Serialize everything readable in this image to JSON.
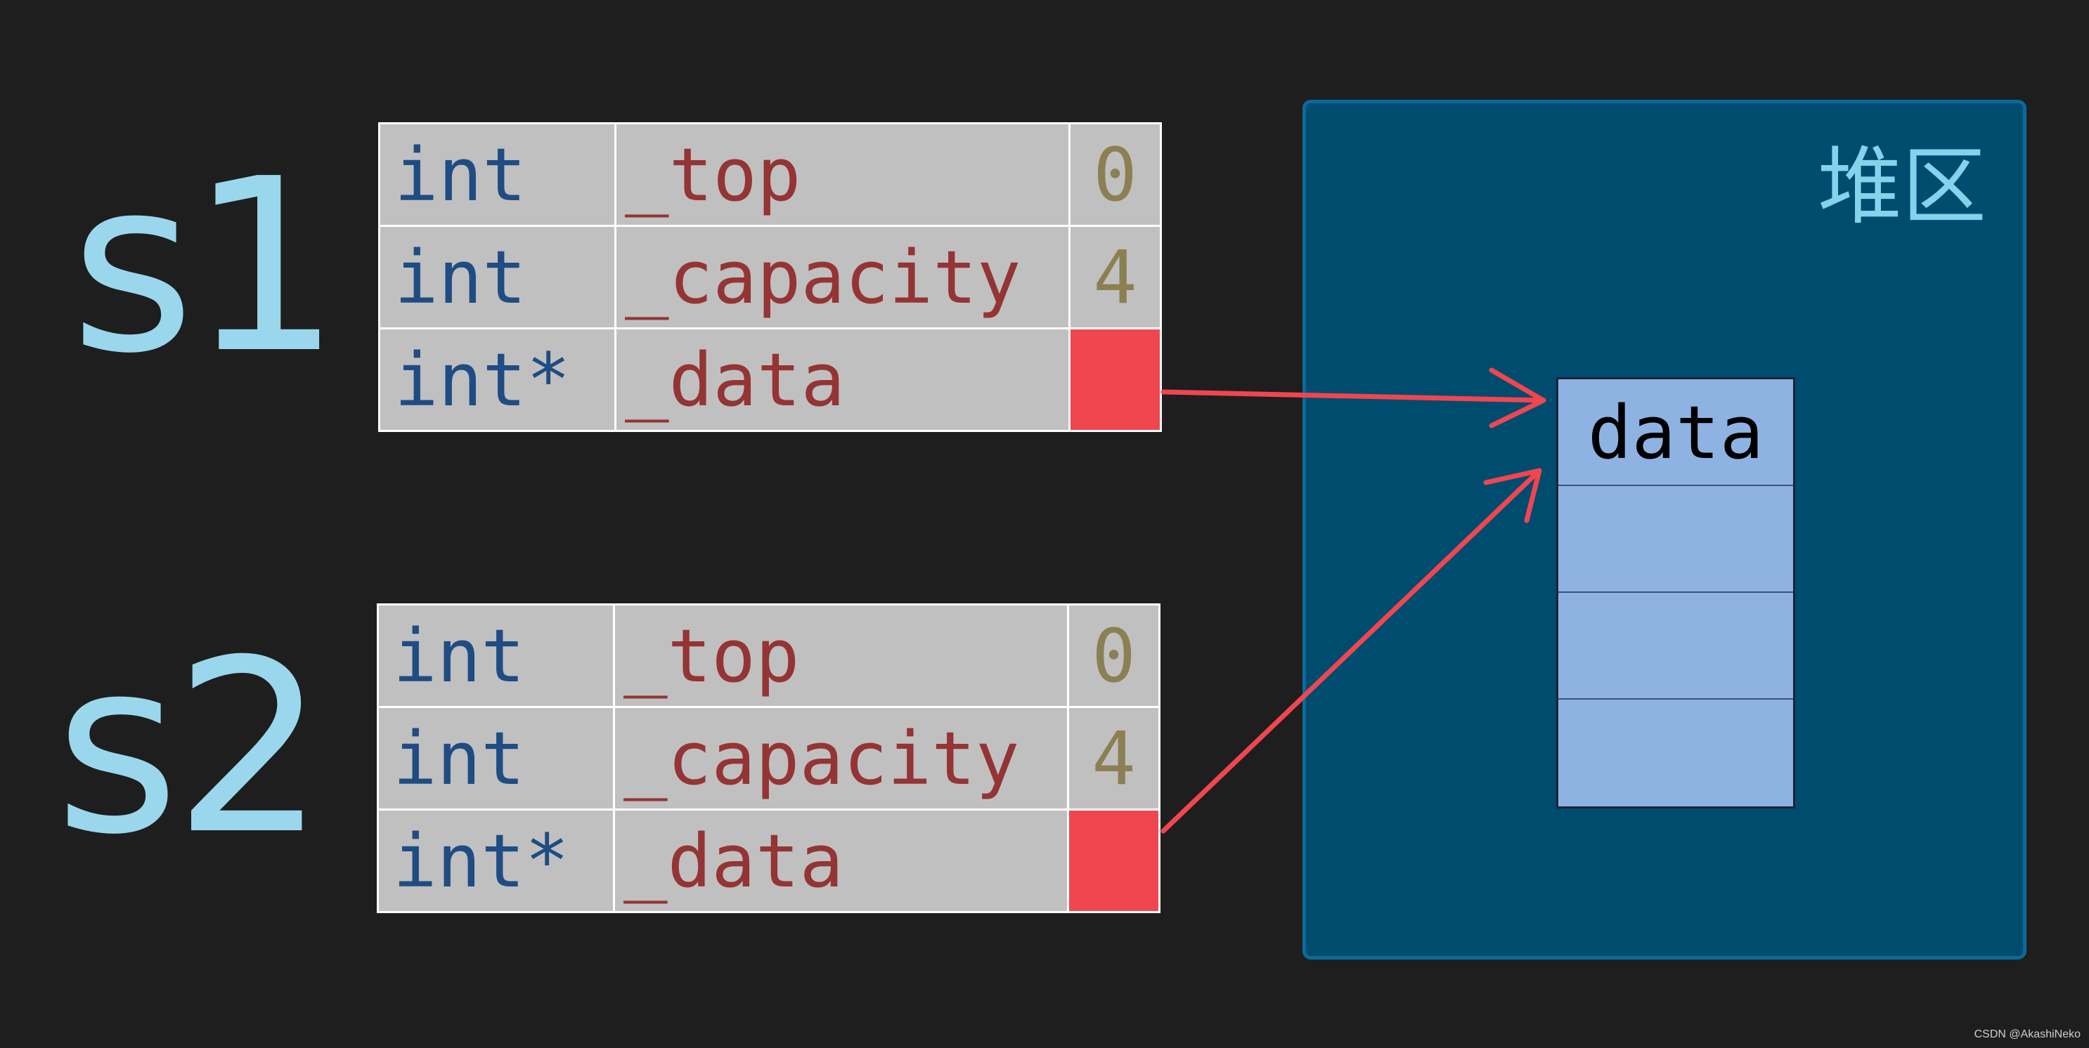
{
  "labels": {
    "s1": "s1",
    "s2": "s2"
  },
  "structs": [
    {
      "rows": [
        {
          "type": "int",
          "name": "_top",
          "value": "0"
        },
        {
          "type": "int",
          "name": "_capacity",
          "value": "4"
        },
        {
          "type": "int*",
          "name": "_data",
          "value": ""
        }
      ]
    },
    {
      "rows": [
        {
          "type": "int",
          "name": "_top",
          "value": "0"
        },
        {
          "type": "int",
          "name": "_capacity",
          "value": "4"
        },
        {
          "type": "int*",
          "name": "_data",
          "value": ""
        }
      ]
    }
  ],
  "heap": {
    "label": "堆区",
    "cells": [
      "data",
      "",
      "",
      ""
    ]
  },
  "colors": {
    "background": "#1e1e1e",
    "label": "#9ad7ec",
    "type_text": "#1f4c82",
    "name_text": "#943434",
    "value_text": "#8b8053",
    "pointer_fill": "#ef4650",
    "heap_bg": "#004c6f",
    "heap_label": "#84d2ec",
    "array_fill": "#8eb3e3",
    "arrow": "#ef4650"
  },
  "watermark": "CSDN @AkashiNeko"
}
